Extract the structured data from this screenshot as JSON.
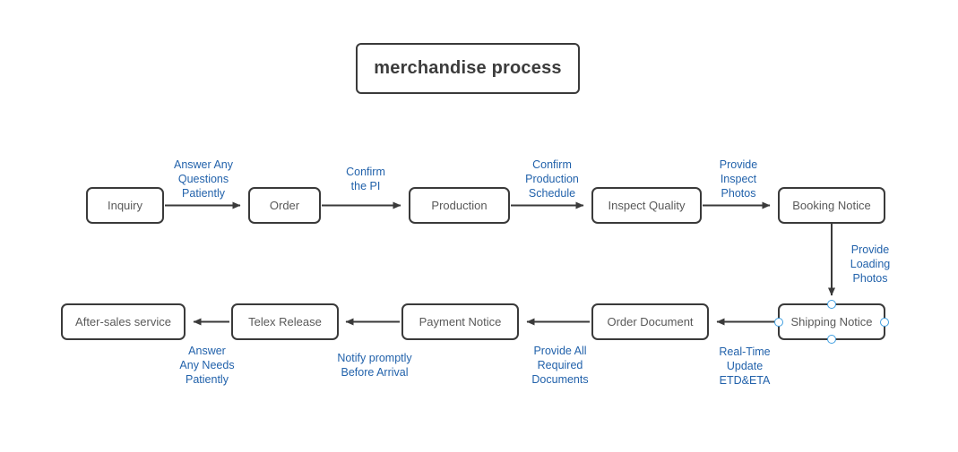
{
  "title": "merchandise process",
  "nodes": {
    "inquiry": "Inquiry",
    "order": "Order",
    "production": "Production",
    "inspect_quality": "Inspect Quality",
    "booking_notice": "Booking Notice",
    "shipping_notice": "Shipping Notice",
    "order_document": "Order Document",
    "payment_notice": "Payment Notice",
    "telex_release": "Telex Release",
    "after_sales": "After-sales service"
  },
  "edge_labels": {
    "inquiry_order": "Answer Any\nQuestions\nPatiently",
    "order_production": "Confirm\nthe PI",
    "production_inspect": "Confirm\nProduction\nSchedule",
    "inspect_booking": "Provide\nInspect\nPhotos",
    "booking_shipping": "Provide\nLoading\nPhotos",
    "shipping_orderdoc": "Real-Time\nUpdate\nETD&ETA",
    "orderdoc_payment": "Provide All\nRequired\nDocuments",
    "payment_telex": "Notify promptly\nBefore Arrival",
    "telex_aftersales": "Answer\nAny Needs\nPatiently"
  },
  "colors": {
    "canvas-bg": "#ffffff",
    "box-border": "#3a3a3a",
    "box-text": "#595959",
    "label-blue": "#2262ab",
    "arrow": "#3a3a3a",
    "handle-blue": "#3f9ee0"
  }
}
